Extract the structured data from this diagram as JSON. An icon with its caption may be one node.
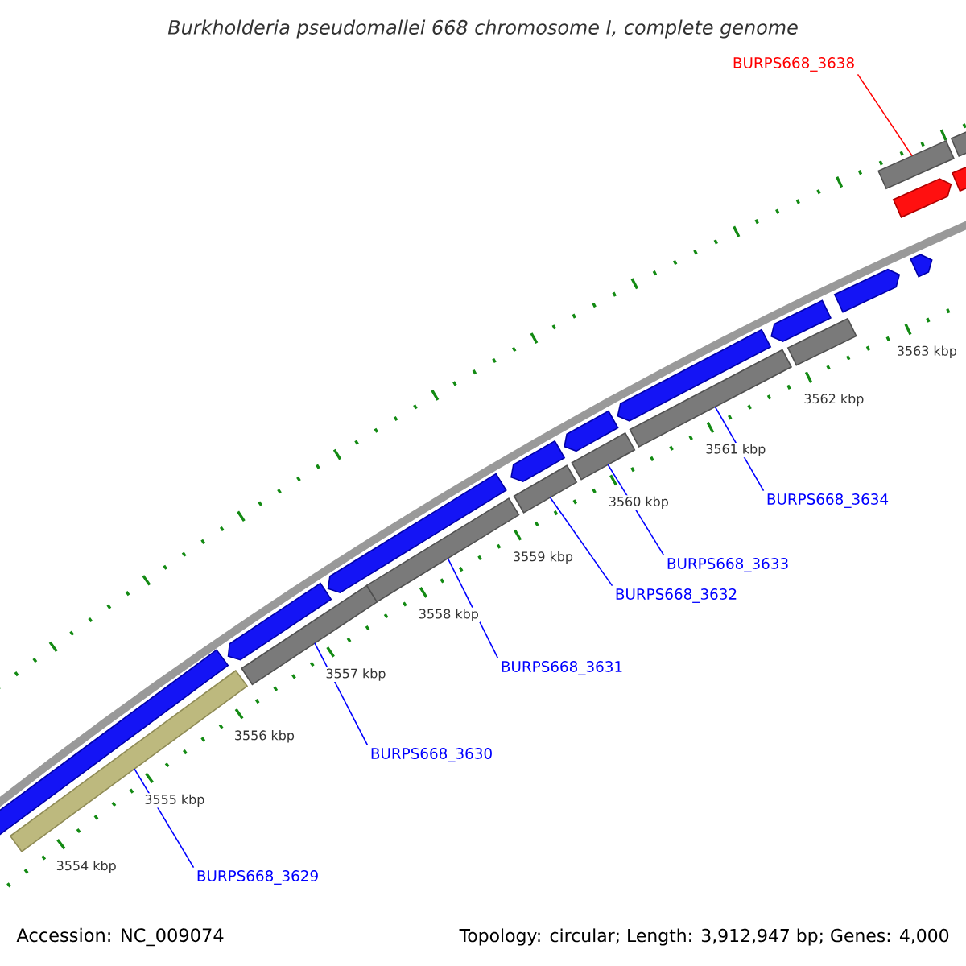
{
  "diagram": {
    "title": "Burkholderia pseudomallei 668 chromosome I, complete genome",
    "nodes": [
      {
        "text": [
          "BURPS668_3638"
        ]
      },
      {
        "text": [],
        "shape": "bar"
      },
      {
        "text": [],
        "shape": "pentagon"
      },
      {
        "text": [],
        "shape": "pentagon"
      },
      {
        "text": [],
        "shape": "bar"
      },
      {
        "text": [],
        "shape": "pentagon"
      },
      {
        "text": [],
        "shape": "bar"
      },
      {
        "text": [],
        "shape": "pentagon"
      },
      {
        "text": [],
        "shape": "bar"
      },
      {
        "text": [],
        "shape": "pentagon"
      },
      {
        "text": [],
        "shape": "bar"
      },
      {
        "text": [],
        "shape": "pentagon"
      },
      {
        "text": [],
        "shape": "bar"
      },
      {
        "text": [],
        "shape": "pentagon"
      },
      {
        "text": [],
        "shape": "bar"
      },
      {
        "text": [],
        "shape": "pentagon"
      },
      {
        "text": [],
        "shape": "pentagon"
      },
      {
        "text": [],
        "shape": "bar"
      },
      {
        "text": [],
        "shape": "pentagon"
      },
      {
        "text": [],
        "shape": "bar"
      },
      {
        "text": [],
        "shape": "pentagon"
      },
      {
        "text": [
          "BURPS668_3629"
        ]
      },
      {
        "text": [
          "BURPS668_3630"
        ]
      },
      {
        "text": [
          "BURPS668_3631"
        ]
      },
      {
        "text": [
          "BURPS668_3632"
        ]
      },
      {
        "text": [
          "BURPS668_3633"
        ]
      },
      {
        "text": [
          "BURPS668_3634"
        ]
      }
    ],
    "edges": [
      {
        "from": 0,
        "to": 17,
        "arrow": "none",
        "color": "#ff0000"
      },
      {
        "from": 21,
        "to": 1,
        "arrow": "none"
      },
      {
        "from": 22,
        "to": 4,
        "arrow": "none"
      },
      {
        "from": 23,
        "to": 6,
        "arrow": "none"
      },
      {
        "from": 24,
        "to": 8,
        "arrow": "none"
      },
      {
        "from": 25,
        "to": 10,
        "arrow": "none"
      },
      {
        "from": 26,
        "to": 12,
        "arrow": "none"
      }
    ],
    "labels": [
      "3563 kbp",
      "3562 kbp",
      "3561 kbp",
      "3560 kbp",
      "3559 kbp",
      "3558 kbp",
      "3557 kbp",
      "3556 kbp",
      "3555 kbp",
      "3554 kbp",
      "Accession: NC_009074",
      "Topology: circular; Length: 3,912,947 bp; Genes: 4,000"
    ]
  }
}
